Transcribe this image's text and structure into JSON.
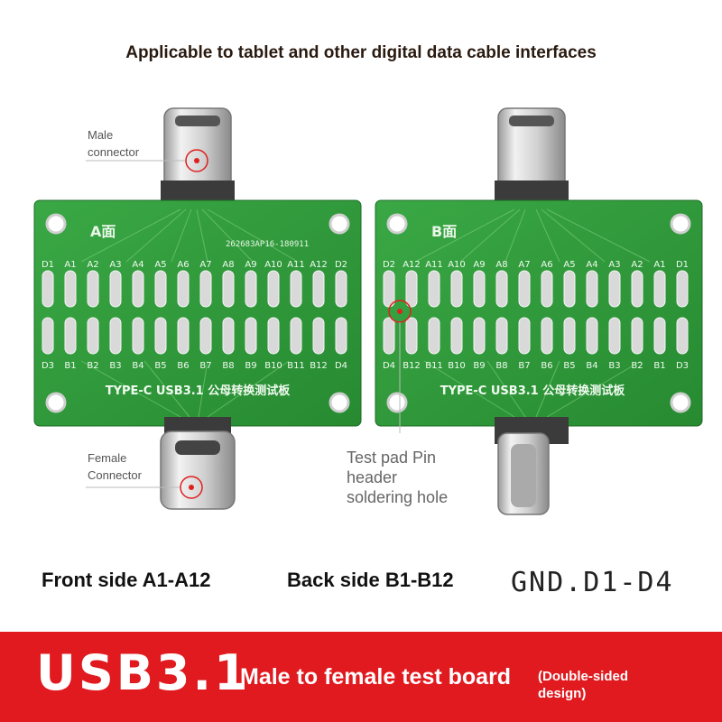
{
  "headline": "Applicable to tablet and other digital data cable interfaces",
  "callouts": {
    "male": [
      "Male",
      "connector"
    ],
    "female": [
      "Female",
      "Connector"
    ],
    "test_pad": [
      "Test pad Pin",
      "header",
      "soldering hole"
    ]
  },
  "board_a": {
    "side_label": "A面",
    "part_code": "262683AP16-180911",
    "top_pins": [
      "D1",
      "A1",
      "A2",
      "A3",
      "A4",
      "A5",
      "A6",
      "A7",
      "A8",
      "A9",
      "A10",
      "A11",
      "A12",
      "D2"
    ],
    "bottom_pins": [
      "D3",
      "B1",
      "B2",
      "B3",
      "B4",
      "B5",
      "B6",
      "B7",
      "B8",
      "B9",
      "B10",
      "B11",
      "B12",
      "D4"
    ],
    "footer": "TYPE-C USB3.1 公母转换测试板"
  },
  "board_b": {
    "side_label": "B面",
    "top_pins": [
      "D2",
      "A12",
      "A11",
      "A10",
      "A9",
      "A8",
      "A7",
      "A6",
      "A5",
      "A4",
      "A3",
      "A2",
      "A1",
      "D1"
    ],
    "bottom_pins": [
      "D4",
      "B12",
      "B11",
      "B10",
      "B9",
      "B8",
      "B7",
      "B6",
      "B5",
      "B4",
      "B3",
      "B2",
      "B1",
      "D3"
    ],
    "footer": "TYPE-C USB3.1 公母转换测试板"
  },
  "captions": {
    "front": "Front side A1-A12",
    "back": "Back side B1-B12",
    "gnd": "GND.D1-D4"
  },
  "banner": {
    "main": "USB3.1",
    "sub": "Male to female test board",
    "note": "(Double-sided design)"
  },
  "colors": {
    "banner": "#e01a1f",
    "pcb": "#2f9e3a",
    "callout_marker": "#e02020"
  }
}
